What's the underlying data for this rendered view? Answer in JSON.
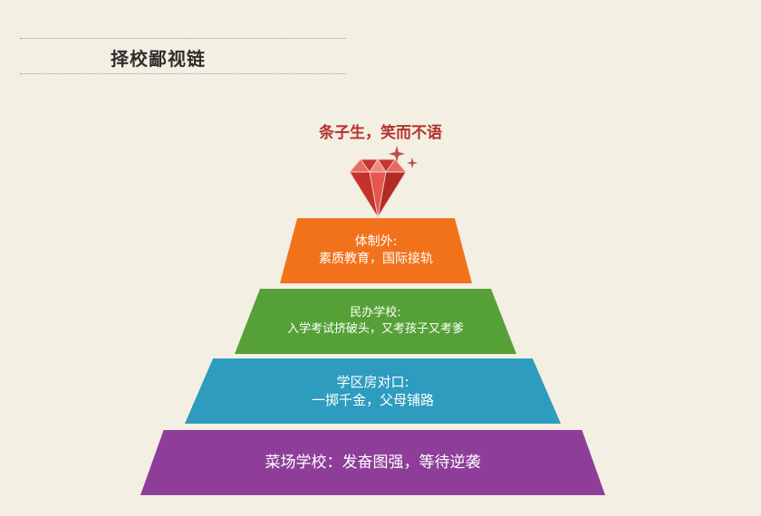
{
  "title": "择校鄙视链",
  "apex": {
    "label": "条子生，笑而不语",
    "icon": "diamond-icon",
    "sparkle_icon": "sparkle-icon",
    "color": "#b3322b"
  },
  "tiers": [
    {
      "line1": "体制外:",
      "line2": "素质教育，国际接轨",
      "color": "#f2721c"
    },
    {
      "line1": "民办学校:",
      "line2": "入学考试挤破头，又考孩子又考爹",
      "color": "#55a137"
    },
    {
      "line1": "学区房对口:",
      "line2": "一掷千金，父母铺路",
      "color": "#2d9cbe"
    },
    {
      "line1": "菜场学校：发奋图强，等待逆袭",
      "color": "#8e3e98"
    }
  ]
}
